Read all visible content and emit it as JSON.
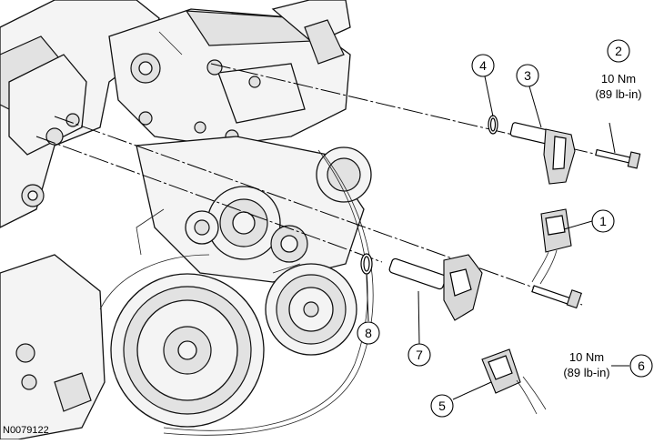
{
  "figure": {
    "id_label": "N0079122"
  },
  "callouts": [
    {
      "num": "1"
    },
    {
      "num": "2",
      "torque_nm": "10 Nm",
      "torque_lbin": "(89 lb-in)"
    },
    {
      "num": "3"
    },
    {
      "num": "4"
    },
    {
      "num": "5"
    },
    {
      "num": "6",
      "torque_nm": "10 Nm",
      "torque_lbin": "(89 lb-in)"
    },
    {
      "num": "7"
    },
    {
      "num": "8"
    }
  ]
}
